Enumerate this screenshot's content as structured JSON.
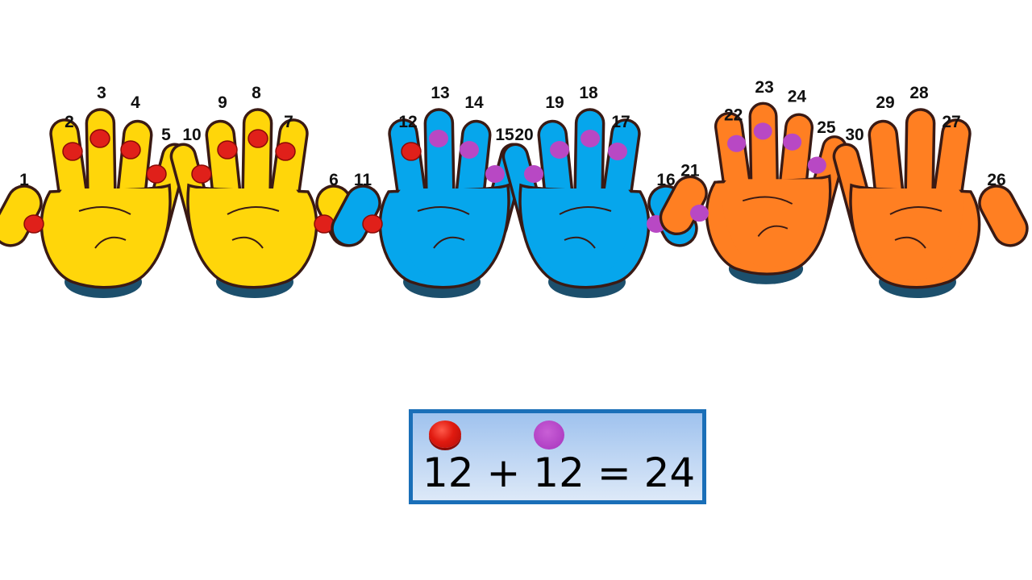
{
  "colors": {
    "yellow": "#ffd60a",
    "blue": "#06a6ec",
    "orange": "#ff7f22",
    "outline": "#3a1a14",
    "cuff": "#1c4f6c",
    "red_counter": "#e0201a",
    "purple_counter": "#b848c4",
    "box_border": "#1a6fb8"
  },
  "hands": [
    {
      "color": "yellow",
      "side": "left",
      "counters": [
        "red",
        "red",
        "red",
        "red",
        "red"
      ],
      "labels": [
        "1",
        "2",
        "3",
        "4",
        "5"
      ]
    },
    {
      "color": "yellow",
      "side": "right",
      "counters": [
        "red",
        "red",
        "red",
        "red",
        "red"
      ],
      "labels": [
        "6",
        "7",
        "8",
        "9",
        "10"
      ]
    },
    {
      "color": "blue",
      "side": "left",
      "counters": [
        "red",
        "red",
        "purple",
        "purple",
        "purple"
      ],
      "labels": [
        "11",
        "12",
        "13",
        "14",
        "15"
      ]
    },
    {
      "color": "blue",
      "side": "right",
      "counters": [
        "purple",
        "purple",
        "purple",
        "purple",
        "purple"
      ],
      "labels": [
        "16",
        "17",
        "18",
        "19",
        "20"
      ]
    },
    {
      "color": "orange",
      "side": "left",
      "counters": [
        "purple",
        "purple",
        "purple",
        "purple",
        "purple"
      ],
      "labels": [
        "21",
        "22",
        "23",
        "24",
        "25"
      ]
    },
    {
      "color": "orange",
      "side": "right",
      "counters": [
        "none",
        "none",
        "none",
        "none",
        "none"
      ],
      "labels": [
        "26",
        "27",
        "28",
        "29",
        "30"
      ]
    }
  ],
  "equation": {
    "text": "12 + 12 = 24",
    "counter_1": "red-counter-icon",
    "counter_2": "purple-counter-icon"
  }
}
